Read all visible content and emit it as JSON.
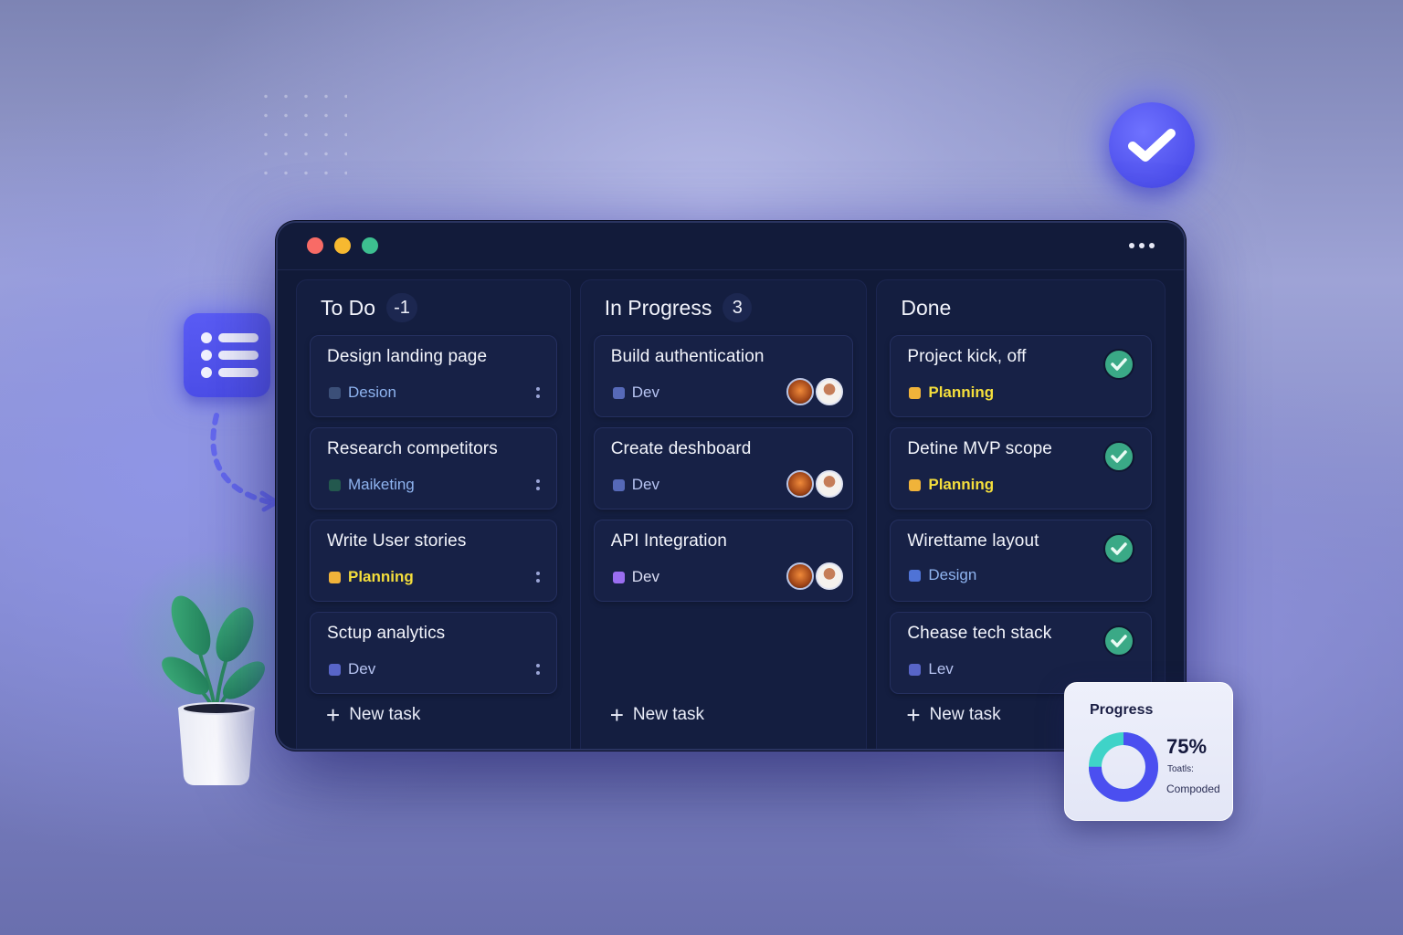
{
  "window": {
    "traffic_lights": [
      "#f86b66",
      "#f7b930",
      "#3dbf90"
    ],
    "menu_icon": "more-horizontal-icon"
  },
  "columns": [
    {
      "title": "To Do",
      "count": "-1",
      "new_task_label": "New task",
      "cards": [
        {
          "title": "Design landing page",
          "tag": "Desion",
          "tag_color": "#3b4f78",
          "tag_text_color": "#8fb4f0"
        },
        {
          "title": "Research competitors",
          "tag": "Maiketing",
          "tag_color": "#23584e",
          "tag_text_color": "#8fb4f0"
        },
        {
          "title": "Write User stories",
          "tag": "Planning",
          "tag_color": "#f0b33a",
          "tag_text_color": "#f4de3c"
        },
        {
          "title": "Sctup analytics",
          "tag": "Dev",
          "tag_color": "#5865c8",
          "tag_text_color": "#b7c4f2"
        }
      ]
    },
    {
      "title": "In Progress",
      "count": "3",
      "new_task_label": "New task",
      "cards": [
        {
          "title": "Build authentication",
          "tag": "Dev",
          "tag_color": "#5669b8",
          "tag_text_color": "#b7c4f2"
        },
        {
          "title": "Create deshboard",
          "tag": "Dev",
          "tag_color": "#5669b8",
          "tag_text_color": "#b7c4f2"
        },
        {
          "title": "API Integration",
          "tag": "Dev",
          "tag_color": "#9a6ef0",
          "tag_text_color": "#dcdff5"
        }
      ]
    },
    {
      "title": "Done",
      "count": "",
      "new_task_label": "New task",
      "cards": [
        {
          "title": "Project kick, off",
          "tag": "Planning",
          "tag_color": "#f0b33a",
          "tag_text_color": "#f4de3c"
        },
        {
          "title": "Detine MVP scope",
          "tag": "Planning",
          "tag_color": "#f0b33a",
          "tag_text_color": "#f4de3c"
        },
        {
          "title": "Wirettame layout",
          "tag": "Design",
          "tag_color": "#4f73d6",
          "tag_text_color": "#8fb4f0"
        },
        {
          "title": "Chease tech stack",
          "tag": "Lev",
          "tag_color": "#5865c8",
          "tag_text_color": "#b7c4f2"
        }
      ]
    }
  ],
  "progress_widget": {
    "title": "Progress",
    "percent": "75%",
    "label_line1": "Toatls:",
    "label_line2": "Compoded",
    "colors": {
      "completed": "#4b4ff0",
      "remaining": "#3fd3c8"
    }
  },
  "decor": {
    "floating_check_icon": "checkmark-badge-icon",
    "floating_list_icon": "list-icon",
    "plant": "potted-plant-illustration"
  }
}
